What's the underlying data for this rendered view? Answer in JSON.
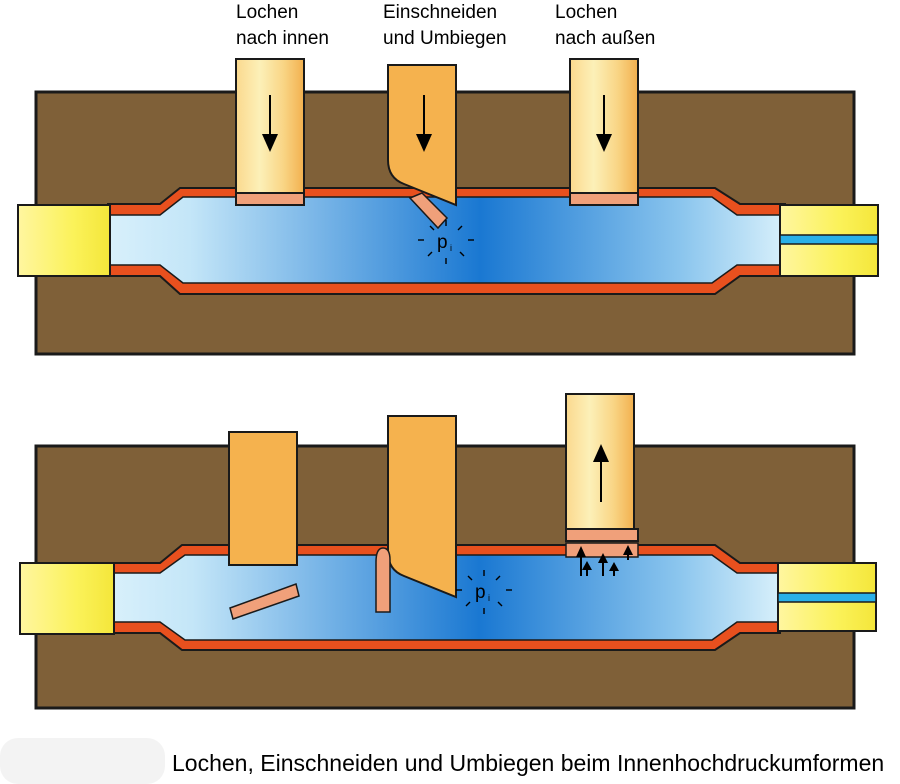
{
  "labels": {
    "step1": {
      "line1": "Lochen",
      "line2": "nach innen"
    },
    "step2": {
      "line1": "Einschneiden",
      "line2": "und Umbiegen"
    },
    "step3": {
      "line1": "Lochen",
      "line2": "nach außen"
    }
  },
  "pressure_symbol": "p",
  "pressure_subscript": "i",
  "caption": "Lochen, Einschneiden und Umbiegen beim Innenhochdruckumformen",
  "colors": {
    "die": "#7f6038",
    "tube_wall": "#e8501e",
    "punch": "#f5b24e",
    "punch_tip": "#f0a07a",
    "seal": "#f8f040",
    "fluid_dark": "#1a78d2",
    "fluid_light": "#cdeaf8",
    "channel": "#2ab0e8"
  }
}
